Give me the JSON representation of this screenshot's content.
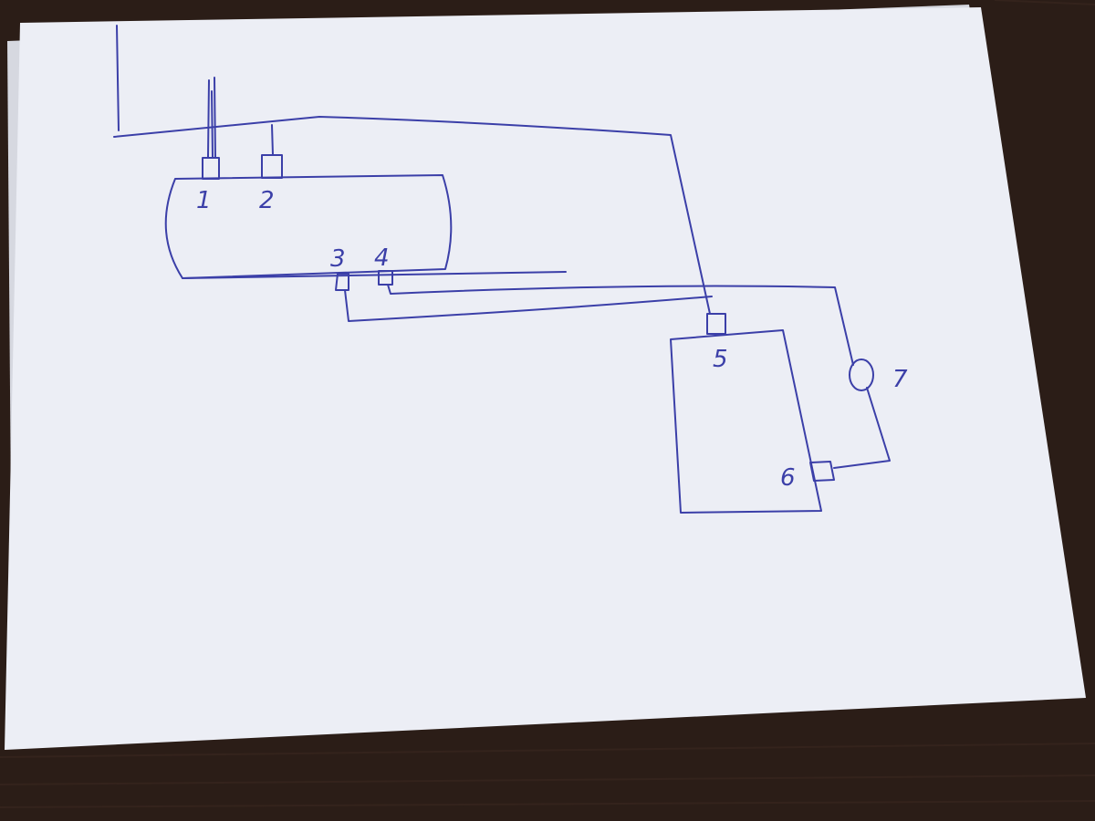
{
  "colors": {
    "table": "#2b1d17",
    "table_grain": "#3a2820",
    "paper": "#eceef5",
    "paper_shadow": "#d6d8e0",
    "ink": "#3b3fa8"
  },
  "diagram": {
    "ports": [
      {
        "id": "1",
        "label": "1"
      },
      {
        "id": "2",
        "label": "2"
      },
      {
        "id": "3",
        "label": "3"
      },
      {
        "id": "4",
        "label": "4"
      },
      {
        "id": "5",
        "label": "5"
      },
      {
        "id": "6",
        "label": "6"
      },
      {
        "id": "7",
        "label": "7"
      }
    ]
  }
}
